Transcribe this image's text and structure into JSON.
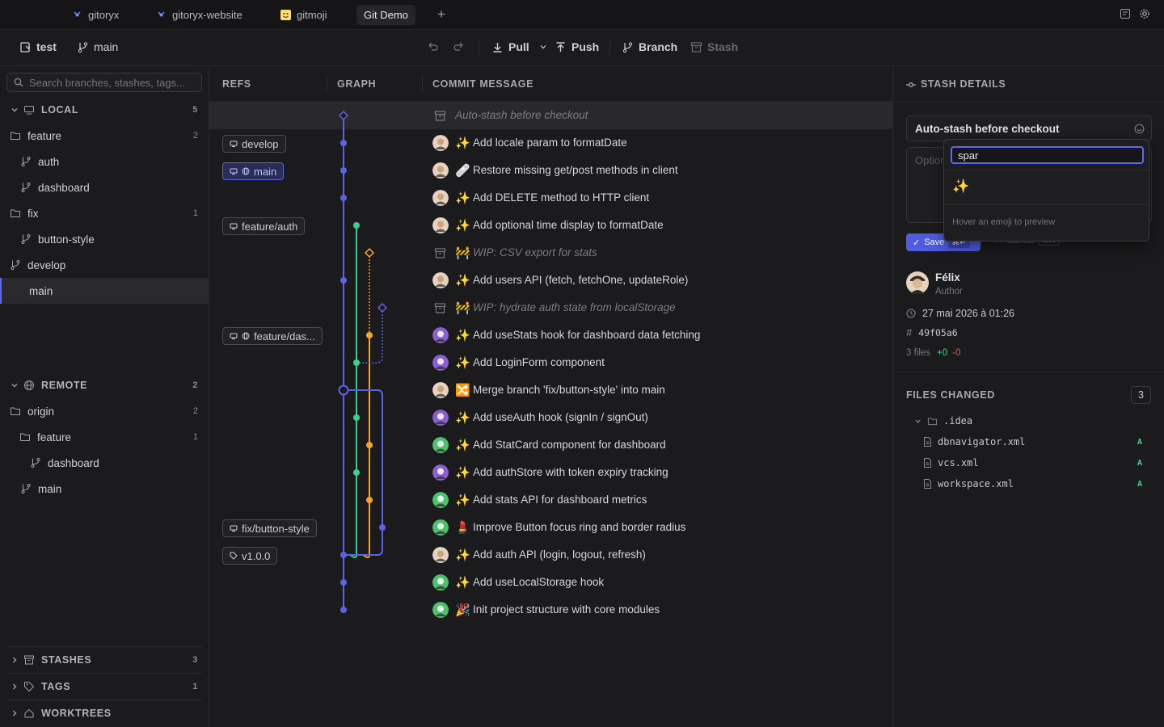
{
  "tabs": [
    {
      "label": "gitoryx",
      "active": false
    },
    {
      "label": "gitoryx-website",
      "active": false
    },
    {
      "label": "gitmoji",
      "active": false
    },
    {
      "label": "Git Demo",
      "active": true
    }
  ],
  "toolbar": {
    "repo_name": "test",
    "branch_name": "main",
    "pull_label": "Pull",
    "push_label": "Push",
    "branch_label": "Branch",
    "stash_label": "Stash"
  },
  "sidebar": {
    "search_placeholder": "Search branches, stashes, tags...",
    "local": {
      "label": "LOCAL",
      "count": "5",
      "items": [
        {
          "label": "feature",
          "count": "2"
        },
        {
          "label": "auth"
        },
        {
          "label": "dashboard"
        },
        {
          "label": "fix",
          "count": "1"
        },
        {
          "label": "button-style"
        },
        {
          "label": "develop"
        },
        {
          "label": "main"
        }
      ]
    },
    "remote": {
      "label": "REMOTE",
      "count": "2",
      "items": [
        {
          "label": "origin",
          "count": "2"
        },
        {
          "label": "feature",
          "count": "1"
        },
        {
          "label": "dashboard"
        },
        {
          "label": "main"
        }
      ]
    },
    "stashes": {
      "label": "STASHES",
      "count": "3"
    },
    "tags": {
      "label": "TAGS",
      "count": "1"
    },
    "worktrees": {
      "label": "WORKTREES"
    }
  },
  "columns": {
    "refs": "REFS",
    "graph": "GRAPH",
    "message": "COMMIT MESSAGE"
  },
  "commits": [
    {
      "emoji": "",
      "message": "Auto-stash before checkout",
      "stash": true,
      "ref": ""
    },
    {
      "emoji": "✨",
      "message": "Add locale param to formatDate",
      "ref": "develop"
    },
    {
      "emoji": "🩹",
      "message": "Restore missing get/post methods in client",
      "ref": "main"
    },
    {
      "emoji": "✨",
      "message": "Add DELETE method to HTTP client",
      "ref": ""
    },
    {
      "emoji": "✨",
      "message": "Add optional time display to formatDate",
      "ref": "feature/auth"
    },
    {
      "emoji": "🚧",
      "message": "WIP: CSV export for stats",
      "stash": true,
      "ref": ""
    },
    {
      "emoji": "✨",
      "message": "Add users API (fetch, fetchOne, updateRole)",
      "ref": ""
    },
    {
      "emoji": "🚧",
      "message": "WIP: hydrate auth state from localStorage",
      "stash": true,
      "ref": ""
    },
    {
      "emoji": "✨",
      "message": "Add useStats hook for dashboard data fetching",
      "ref": "feature/das..."
    },
    {
      "emoji": "✨",
      "message": "Add LoginForm component",
      "ref": ""
    },
    {
      "emoji": "🔀",
      "message": "Merge branch 'fix/button-style' into main",
      "ref": ""
    },
    {
      "emoji": "✨",
      "message": "Add useAuth hook (signIn / signOut)",
      "ref": ""
    },
    {
      "emoji": "✨",
      "message": "Add StatCard component for dashboard",
      "ref": ""
    },
    {
      "emoji": "✨",
      "message": "Add authStore with token expiry tracking",
      "ref": ""
    },
    {
      "emoji": "✨",
      "message": "Add stats API for dashboard metrics",
      "ref": ""
    },
    {
      "emoji": "💄",
      "message": "Improve Button focus ring and border radius",
      "ref": "fix/button-style"
    },
    {
      "emoji": "✨",
      "message": "Add auth API (login, logout, refresh)",
      "ref": "v1.0.0"
    },
    {
      "emoji": "✨",
      "message": "Add useLocalStorage hook",
      "ref": ""
    },
    {
      "emoji": "🎉",
      "message": "Init project structure with core modules",
      "ref": ""
    }
  ],
  "stash_details": {
    "header": "STASH DETAILS",
    "title": "Auto-stash before checkout",
    "description_placeholder": "Optional description...",
    "save_label": "Save",
    "save_shortcut": "⌘↵",
    "cancel_label": "Cancel",
    "cancel_shortcut": "Esc",
    "emoji_search_value": "spar",
    "emoji_result": "✨",
    "emoji_hint": "Hover an emoji to preview",
    "author_name": "Félix",
    "author_role": "Author",
    "date": "27 mai 2026 à 01:26",
    "hash": "49f05a6",
    "files_summary": "3 files",
    "additions": "+0",
    "deletions": "-0"
  },
  "files_changed": {
    "header": "FILES CHANGED",
    "count": "3",
    "folder": ".idea",
    "files": [
      {
        "name": "dbnavigator.xml",
        "status": "A"
      },
      {
        "name": "vcs.xml",
        "status": "A"
      },
      {
        "name": "workspace.xml",
        "status": "A"
      }
    ]
  },
  "colors": {
    "accent": "#5b6af0",
    "lane_main": "#5b64e0",
    "lane_auth": "#3ccf8e",
    "lane_dash": "#f5a623",
    "added": "#3dd68c",
    "deleted": "#f05252"
  }
}
